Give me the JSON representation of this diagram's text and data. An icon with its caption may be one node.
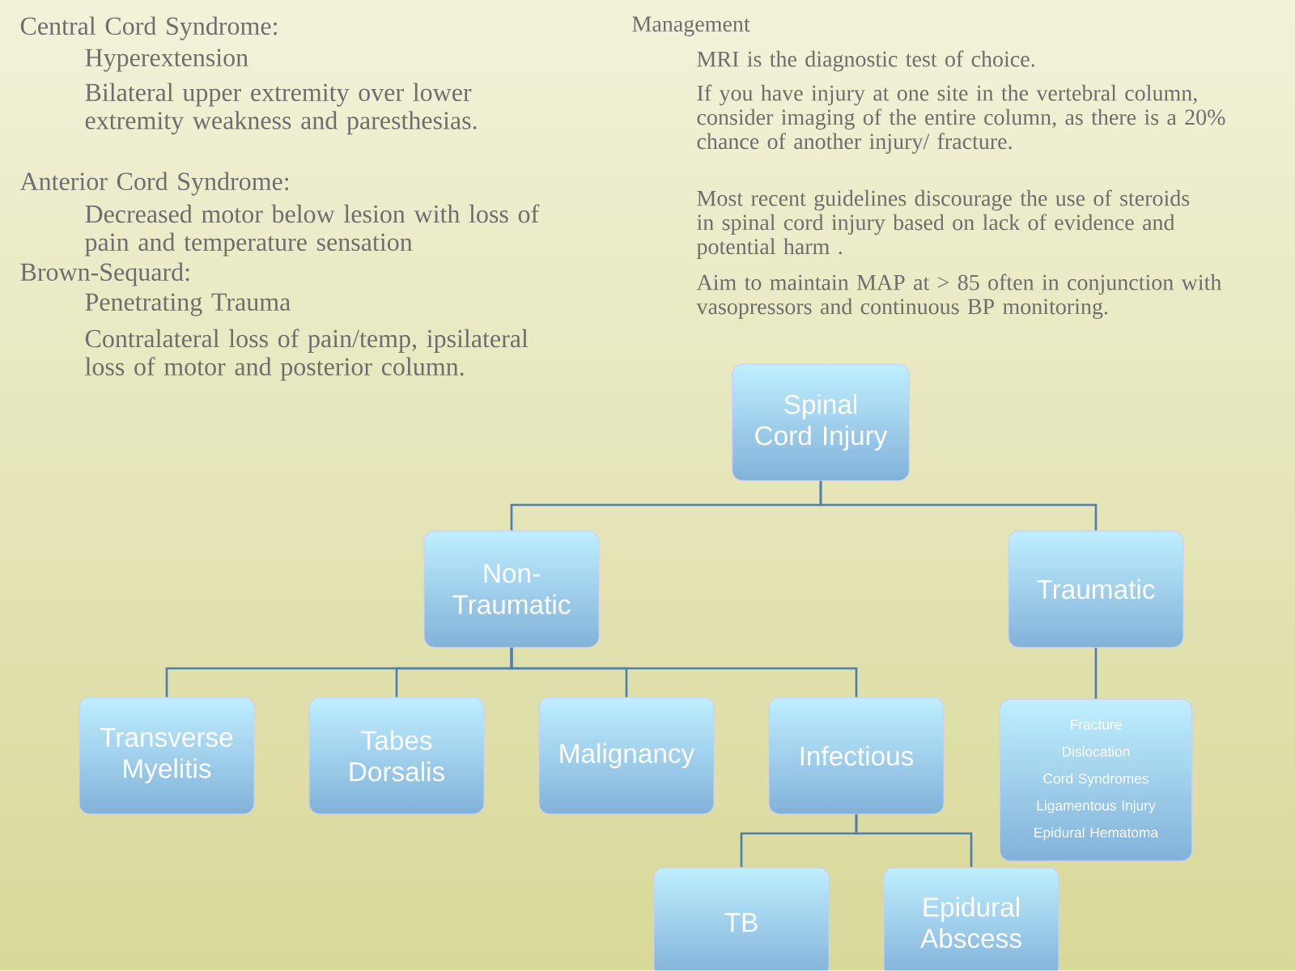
{
  "diagram": {
    "nodes": [
      {
        "text": [
          "Spinal Cord Injury"
        ]
      },
      {
        "text": [
          "Non-Traumatic"
        ]
      },
      {
        "text": [
          "Traumatic"
        ]
      },
      {
        "text": [
          "Transverse Myelitis"
        ]
      },
      {
        "text": [
          "Tabes Dorsalis"
        ]
      },
      {
        "text": [
          "Malignancy"
        ]
      },
      {
        "text": [
          "Infectious"
        ]
      },
      {
        "text": [
          "Fracture",
          "Dislocation",
          "Cord Syndromes",
          "Ligamentous Injury",
          "Epidural Hematoma"
        ]
      },
      {
        "text": [
          "TB"
        ]
      },
      {
        "text": [
          "Epidural Abscess"
        ]
      }
    ],
    "edges": [
      {
        "from": 0,
        "to": 1,
        "arrow": "none"
      },
      {
        "from": 0,
        "to": 2,
        "arrow": "none"
      },
      {
        "from": 1,
        "to": 3,
        "arrow": "none"
      },
      {
        "from": 1,
        "to": 4,
        "arrow": "none"
      },
      {
        "from": 1,
        "to": 5,
        "arrow": "none"
      },
      {
        "from": 1,
        "to": 6,
        "arrow": "none"
      },
      {
        "from": 2,
        "to": 7,
        "arrow": "none"
      },
      {
        "from": 6,
        "to": 8,
        "arrow": "none"
      },
      {
        "from": 6,
        "to": 9,
        "arrow": "none"
      }
    ],
    "labels": [
      "Central Cord Syndrome:",
      "Hyperextension",
      "Bilateral upper extremity over lower extremity weakness and paresthesias.",
      "Anterior Cord Syndrome:",
      "Decreased motor below lesion with loss of pain and temperature sensation",
      "Brown-Sequard:",
      "Penetrating Trauma",
      "Contralateral loss of pain/temp, ipsilateral loss of motor and posterior column.",
      "Management",
      "MRI is the diagnostic test of choice.",
      "If you have injury at one site in the vertebral column, consider imaging of the entire column, as there is a 20% chance of another injury/ fracture.",
      "Most recent guidelines discourage the use of steroids in spinal cord injury based on lack of evidence and potential harm .",
      "Aim to maintain MAP at > 85 often in conjunction with vasopressors and continuous BP monitoring."
    ]
  }
}
